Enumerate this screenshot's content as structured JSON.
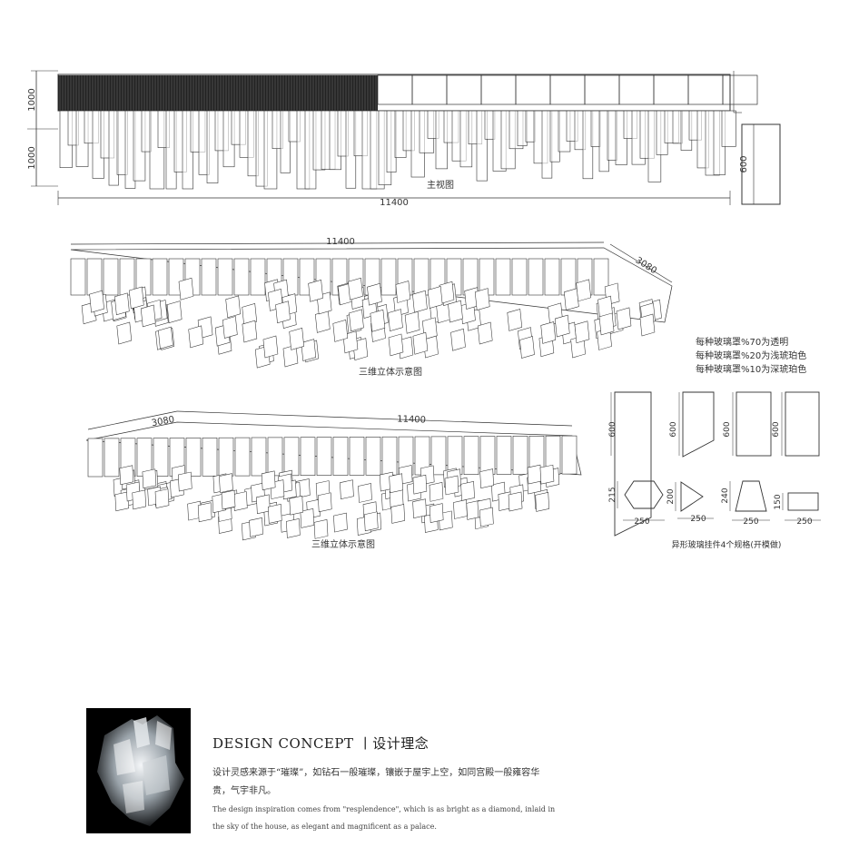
{
  "drawing": {
    "front_view": {
      "label": "主视图",
      "dim_top": "1000",
      "dim_bottom": "1000",
      "dim_width": "11400",
      "dim_side": "600"
    },
    "iso_view_1": {
      "label": "三维立体示意图",
      "dim_length": "11400",
      "dim_depth": "3080"
    },
    "iso_view_2": {
      "label": "三维立体示意图",
      "dim_length": "11400",
      "dim_depth": "3080"
    },
    "notes": [
      "每种玻璃罩%70为透明",
      "每种玻璃罩%20为浅琥珀色",
      "每种玻璃罩%10为深琥珀色"
    ],
    "pendants": {
      "label": "异形玻璃挂件4个规格(开模做)",
      "items": [
        {
          "height": "600",
          "section_height": "215",
          "width": "250"
        },
        {
          "height": "600",
          "section_height": "200",
          "width": "250"
        },
        {
          "height": "600",
          "section_height": "240",
          "width": "250"
        },
        {
          "height": "600",
          "section_height": "150",
          "width": "250"
        }
      ]
    }
  },
  "concept": {
    "title": "DESIGN CONCEPT 丨设计理念",
    "zh": "设计灵感来源于“璀璨”，如钻石一般璀璨，镶嵌于屋宇上空，如同宫殿一般雍容华贵，气宇非凡。",
    "en": "The design inspiration comes from \"resplendence\", which is as bright as a diamond, inlaid in the sky of the house, as elegant and magnificent as a palace."
  },
  "colors": {
    "line": "#333333",
    "photo_bg": "#000000"
  }
}
